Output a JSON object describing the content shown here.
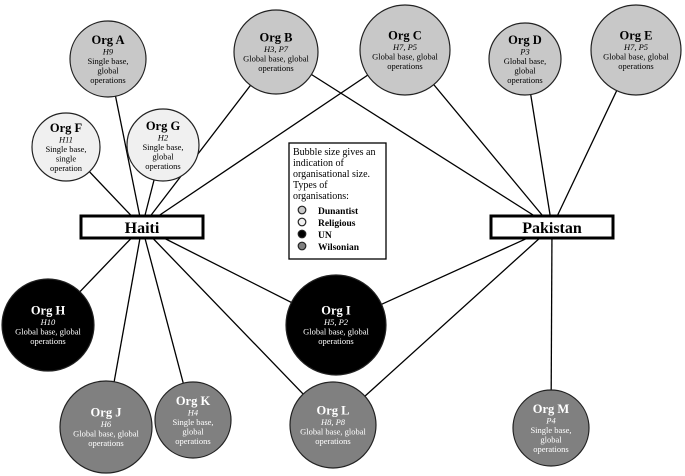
{
  "colors": {
    "dunantist": "#c8c8c8",
    "religious": "#f0f0f0",
    "un": "#000000",
    "wilsonian": "#808080"
  },
  "locations": {
    "haiti": "Haiti",
    "pakistan": "Pakistan"
  },
  "orgs": [
    {
      "key": "a",
      "name": "Org A",
      "code": "H9",
      "desc": [
        "Single base,",
        "global",
        "operations"
      ],
      "type": "dunantist"
    },
    {
      "key": "b",
      "name": "Org B",
      "code": "H3, P7",
      "desc": [
        "Global base, global",
        "operations"
      ],
      "type": "dunantist"
    },
    {
      "key": "c",
      "name": "Org C",
      "code": "H7, P5",
      "desc": [
        "Global base, global",
        "operations"
      ],
      "type": "dunantist"
    },
    {
      "key": "d",
      "name": "Org D",
      "code": "P3",
      "desc": [
        "Global  base,",
        "global",
        "operations"
      ],
      "type": "dunantist"
    },
    {
      "key": "e",
      "name": "Org E",
      "code": "H7, P5",
      "desc": [
        "Global base, global",
        "operations"
      ],
      "type": "dunantist"
    },
    {
      "key": "f",
      "name": "Org F",
      "code": "H11",
      "desc": [
        "Single base,",
        "single",
        "operation"
      ],
      "type": "religious"
    },
    {
      "key": "g",
      "name": "Org G",
      "code": "H2",
      "desc": [
        "Single base,",
        "global",
        "operations"
      ],
      "type": "religious"
    },
    {
      "key": "h",
      "name": "Org H",
      "code": "H10",
      "desc": [
        "Global base, global",
        "operations"
      ],
      "type": "un"
    },
    {
      "key": "i",
      "name": "Org I",
      "code": "H5, P2",
      "desc": [
        "Global base, global",
        "operations"
      ],
      "type": "un"
    },
    {
      "key": "j",
      "name": "Org J",
      "code": "H6",
      "desc": [
        "Global base, global",
        "operations"
      ],
      "type": "wilsonian"
    },
    {
      "key": "k",
      "name": "Org K",
      "code": "H4",
      "desc": [
        "Single base,",
        "global",
        "operations"
      ],
      "type": "wilsonian"
    },
    {
      "key": "l",
      "name": "Org L",
      "code": "H8, P8",
      "desc": [
        "Global base, global",
        "operations"
      ],
      "type": "wilsonian"
    },
    {
      "key": "m",
      "name": "Org M",
      "code": "P4",
      "desc": [
        "Single base,",
        "global",
        "operations"
      ],
      "type": "wilsonian"
    }
  ],
  "links": [
    [
      "haiti",
      "a"
    ],
    [
      "haiti",
      "b"
    ],
    [
      "haiti",
      "c"
    ],
    [
      "haiti",
      "f"
    ],
    [
      "haiti",
      "g"
    ],
    [
      "haiti",
      "h"
    ],
    [
      "haiti",
      "i"
    ],
    [
      "haiti",
      "j"
    ],
    [
      "haiti",
      "k"
    ],
    [
      "haiti",
      "l"
    ],
    [
      "pakistan",
      "b"
    ],
    [
      "pakistan",
      "c"
    ],
    [
      "pakistan",
      "d"
    ],
    [
      "pakistan",
      "e"
    ],
    [
      "pakistan",
      "i"
    ],
    [
      "pakistan",
      "l"
    ],
    [
      "pakistan",
      "m"
    ]
  ],
  "legend": {
    "intro": [
      "Bubble size gives an",
      "indication of",
      "organisational size.",
      "Types of",
      "organisations:"
    ],
    "items": [
      {
        "label": "Dunantist",
        "type": "dunantist"
      },
      {
        "label": "Religious",
        "type": "religious"
      },
      {
        "label": "UN",
        "type": "un"
      },
      {
        "label": "Wilsonian",
        "type": "wilsonian"
      }
    ]
  }
}
